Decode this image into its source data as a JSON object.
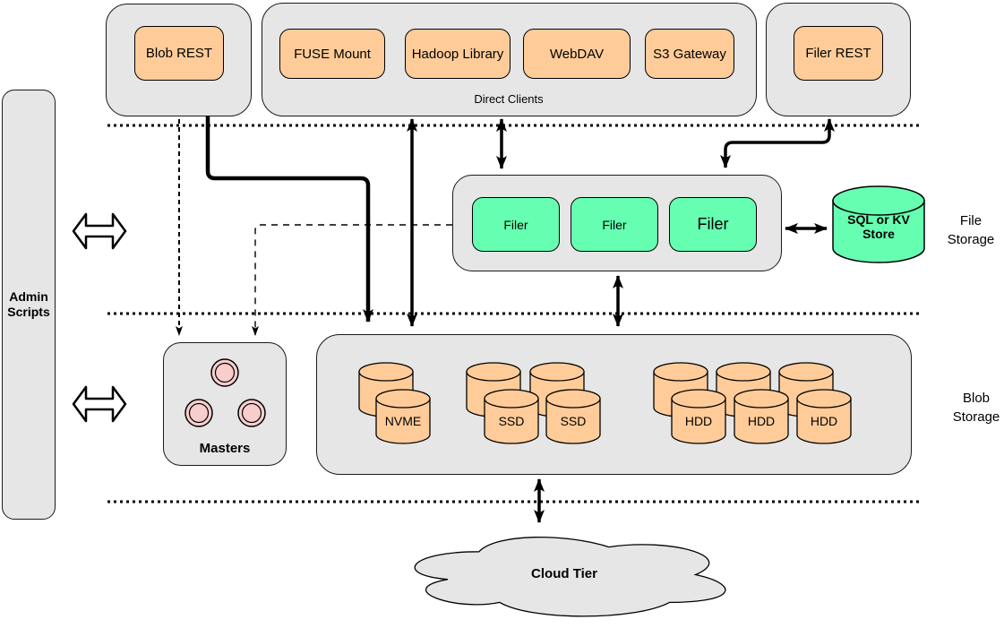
{
  "admin": {
    "label": "Admin Scripts"
  },
  "top_row": {
    "blob_rest": "Blob REST",
    "direct_clients": {
      "label": "Direct Clients",
      "items": [
        "FUSE Mount",
        "Hadoop Library",
        "WebDAV",
        "S3 Gateway"
      ]
    },
    "filer_rest": "Filer REST"
  },
  "file_storage": {
    "section_label": "File Storage",
    "filers": [
      "Filer",
      "Filer",
      "Filer"
    ],
    "store": "SQL or KV Store"
  },
  "blob_storage": {
    "section_label": "Blob Storage",
    "masters_label": "Masters",
    "disks": {
      "nvme": [
        "NVME"
      ],
      "ssd": [
        "SSD",
        "SSD"
      ],
      "hdd": [
        "HDD",
        "HDD",
        "HDD"
      ]
    }
  },
  "cloud": {
    "label": "Cloud Tier"
  },
  "colors": {
    "group_fill": "#e6e6e6",
    "node_orange": "#ffcc99",
    "node_green": "#66ffb2",
    "circle_pink": "#f8cecc",
    "line": "#000000"
  }
}
